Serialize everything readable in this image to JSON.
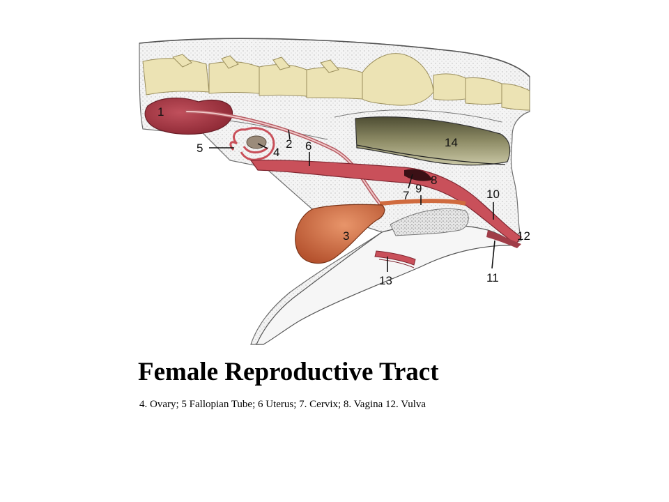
{
  "title": "Female Reproductive Tract",
  "caption": "4. Ovary;  5 Fallopian Tube; 6 Uterus; 7. Cervix; 8. Vagina  12. Vulva",
  "labels": {
    "n1": "1",
    "n2": "2",
    "n3": "3",
    "n4": "4",
    "n5": "5",
    "n6": "6",
    "n7": "7",
    "n8": "8",
    "n9": "9",
    "n10": "10",
    "n11": "11",
    "n12": "12",
    "n13": "13",
    "n14": "14"
  },
  "colors": {
    "vertebrae": "#ece3b4",
    "kidney": "#a3333f",
    "reproductive_tract": "#c9505a",
    "bladder": "#d06b3f",
    "rectum": "#6b6a47",
    "pelvis": "#f3f3f3"
  }
}
